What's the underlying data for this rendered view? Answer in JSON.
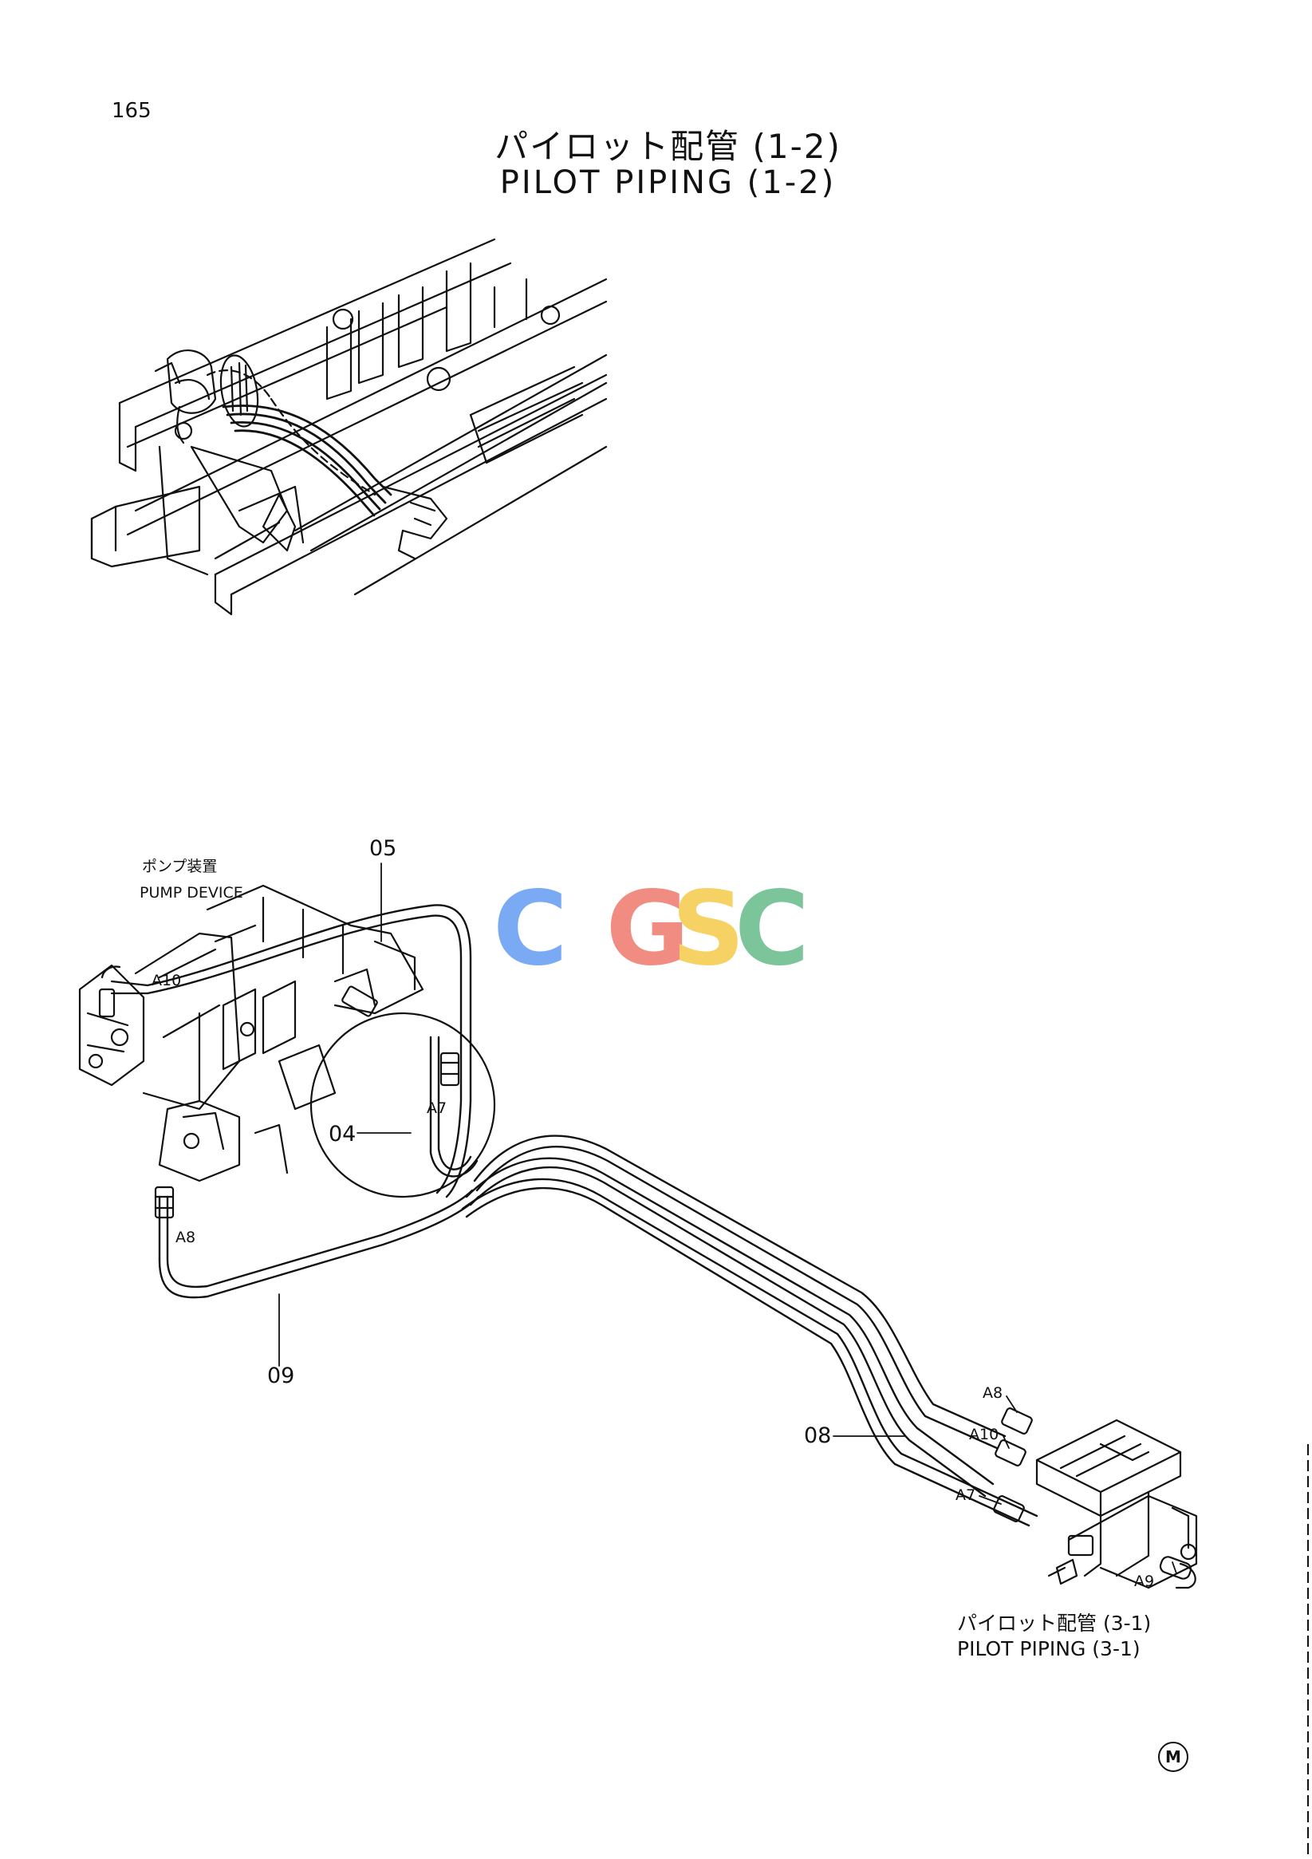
{
  "header": {
    "page_number": "165",
    "title_jp": "パイロット配管 (1-2)",
    "title_en": "PILOT PIPING (1-2)"
  },
  "watermark": {
    "letters": [
      "C",
      "G",
      "S",
      "C"
    ],
    "colors": [
      "#7aaaf4",
      "#f08c82",
      "#f6d264",
      "#7cc49a"
    ]
  },
  "labels": {
    "pump_device_jp": "ポンプ装置",
    "pump_device_en": "PUMP DEVICE",
    "ref_jp": "パイロット配管 (3-1)",
    "ref_en": "PILOT PIPING (3-1)"
  },
  "parts": {
    "p05": "05",
    "p04": "04",
    "p09": "09",
    "p08": "08"
  },
  "ports": {
    "a10_pump": "A10",
    "a7_pump": "A7",
    "a8_pump": "A8",
    "a8_valve": "A8",
    "a10_valve": "A10",
    "a7_valve": "A7",
    "a9_valve": "A9"
  },
  "footer": {
    "mark": "M"
  }
}
